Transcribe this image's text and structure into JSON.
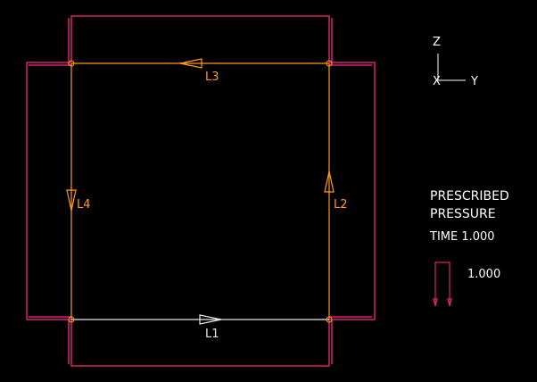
{
  "lines": {
    "L1": {
      "label": "L1"
    },
    "L2": {
      "label": "L2"
    },
    "L3": {
      "label": "L3"
    },
    "L4": {
      "label": "L4"
    }
  },
  "triad": {
    "z_label": "Z",
    "x_label": "X",
    "y_label": "Y"
  },
  "legend": {
    "title_line1": "PRESCRIBED",
    "title_line2": "PRESSURE",
    "time_label": "TIME 1.000",
    "pressure_value": "1.000"
  },
  "colors": {
    "background": "#000000",
    "geometry_line": "#ff9a1f",
    "bottom_line": "#e6e6e6",
    "pressure": "#d6246f",
    "text": "#ffffff"
  }
}
